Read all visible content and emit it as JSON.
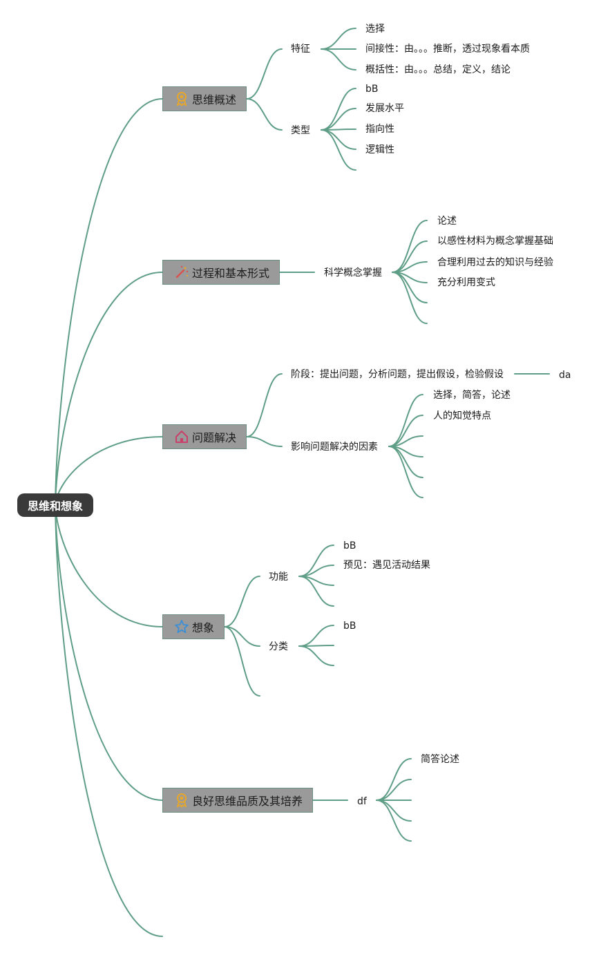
{
  "root": {
    "label": "思维和想象"
  },
  "branches": [
    {
      "label": "思维概述",
      "icon": "award-ribbon-icon",
      "icon_color": "#e8a72b",
      "children": [
        {
          "label": "特征",
          "children": [
            "选择",
            "间接性：由。。。推断，透过现象看本质",
            "概括性：由。。。总结，定义，结论"
          ]
        },
        {
          "label": "类型",
          "children": [
            "bB",
            "发展水平",
            "指向性",
            "逻辑性",
            ""
          ]
        }
      ]
    },
    {
      "label": "过程和基本形式",
      "icon": "magic-wand-icon",
      "icon_color": "#d9534f",
      "children": [
        {
          "label": "科学概念掌握",
          "children": [
            "论述",
            "以感性材料为概念掌握基础",
            "合理利用过去的知识与经验",
            "充分利用变式",
            "",
            ""
          ]
        }
      ]
    },
    {
      "label": "问题解决",
      "icon": "house-icon",
      "icon_color": "#c9406a",
      "children": [
        {
          "label": "阶段：提出问题，分析问题，提出假设，检验假设",
          "children": [
            "da"
          ]
        },
        {
          "label": "影响问题解决的因素",
          "children": [
            "选择，简答，论述",
            "人的知觉特点",
            "",
            "",
            "",
            ""
          ]
        }
      ]
    },
    {
      "label": "想象",
      "icon": "star-icon",
      "icon_color": "#3b8fd6",
      "children": [
        {
          "label": "功能",
          "children": [
            "bB",
            "预见：遇见活动结果",
            "",
            ""
          ]
        },
        {
          "label": "分类",
          "children": [
            "bB",
            "",
            ""
          ]
        },
        {
          "label": "",
          "children": []
        }
      ]
    },
    {
      "label": "良好思维品质及其培养",
      "icon": "award-ribbon-icon",
      "icon_color": "#e8a72b",
      "children": [
        {
          "label": "df",
          "children": [
            "简答论述",
            "",
            "",
            "",
            ""
          ]
        }
      ]
    },
    {
      "label": "",
      "icon": "",
      "children": []
    }
  ],
  "colors": {
    "edge": "#5e9d86",
    "root_bg": "#3a3a3a",
    "branch_bg": "#9a9a9a"
  }
}
